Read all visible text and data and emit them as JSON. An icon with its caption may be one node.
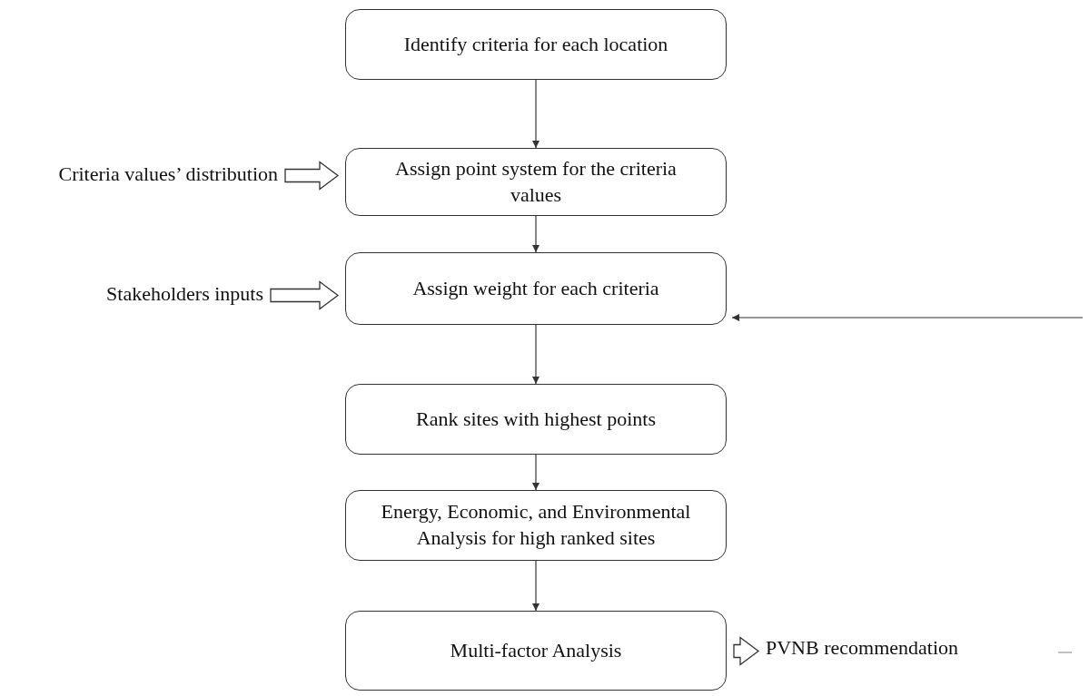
{
  "diagram": {
    "nodes": [
      {
        "text": [
          "Identify criteria for each location"
        ]
      },
      {
        "text": [
          "Assign point system for the criteria values"
        ]
      },
      {
        "text": [
          "Assign weight for each criteria"
        ]
      },
      {
        "text": [
          "Rank sites with highest points"
        ]
      },
      {
        "text": [
          "Energy, Economic, and Environmental Analysis for high ranked sites"
        ]
      },
      {
        "text": [
          "Multi-factor Analysis"
        ]
      },
      {
        "text": [
          "Criteria values’ distribution"
        ]
      },
      {
        "text": [
          "Stakeholders inputs"
        ]
      },
      {
        "text": [
          "PVNB recommendation"
        ]
      }
    ],
    "edges": [
      {
        "from": 0,
        "to": 1,
        "arrow": "to"
      },
      {
        "from": 1,
        "to": 2,
        "arrow": "to"
      },
      {
        "from": 2,
        "to": 3,
        "arrow": "to"
      },
      {
        "from": 3,
        "to": 4,
        "arrow": "to"
      },
      {
        "from": 4,
        "to": 5,
        "arrow": "to"
      },
      {
        "from": 6,
        "to": 1,
        "arrow": "to",
        "style": "thick"
      },
      {
        "from": 7,
        "to": 2,
        "arrow": "to",
        "style": "thick"
      },
      {
        "from": 5,
        "to": 8,
        "arrow": "to",
        "style": "thick"
      },
      {
        "from": null,
        "to": 2,
        "arrow": "to"
      }
    ]
  }
}
